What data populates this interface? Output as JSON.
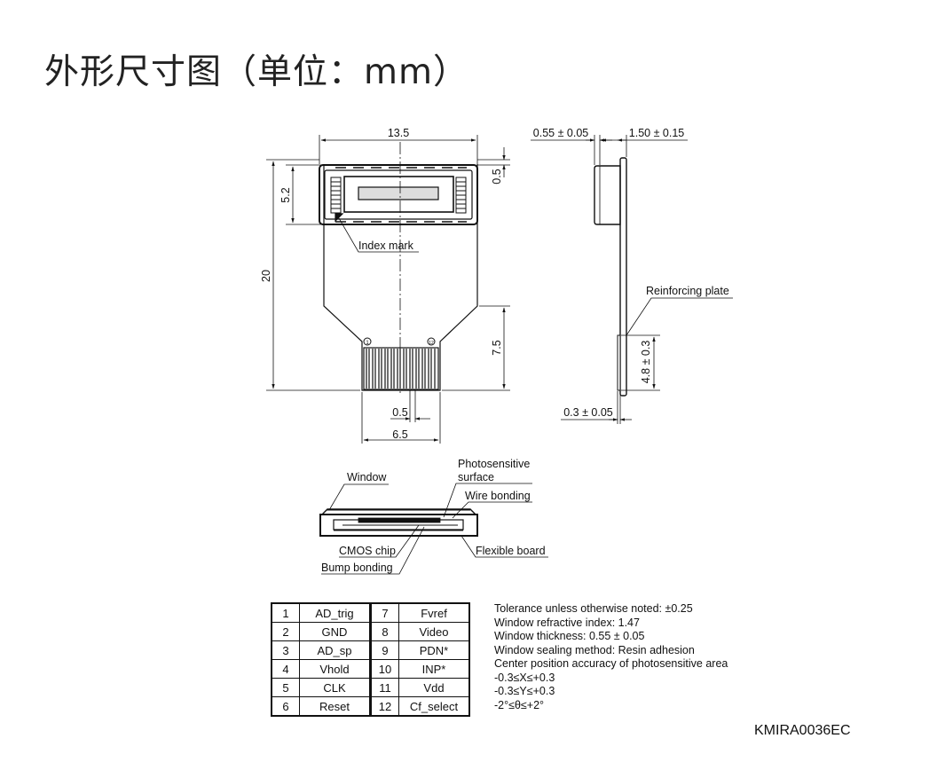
{
  "title": "外形尺寸图（单位：mm）",
  "dimensions": {
    "width_total": "13.5",
    "height_window": "5.2",
    "top_margin": "0.5",
    "height_total": "20",
    "connector_height": "7.5",
    "pin_pitch": "0.5",
    "connector_width": "6.5",
    "window_thickness": "0.55 ± 0.05",
    "package_thickness": "1.50 ± 0.15",
    "plate_height": "4.8 ± 0.3",
    "plate_thickness": "0.3 ± 0.05"
  },
  "labels": {
    "index_mark": "Index mark",
    "reinforcing_plate": "Reinforcing plate",
    "pin1": "1",
    "pin12": "12",
    "window": "Window",
    "photosensitive_line1": "Photosensitive",
    "photosensitive_line2": "surface",
    "wire_bonding": "Wire bonding",
    "cmos_chip": "CMOS chip",
    "bump_bonding": "Bump bonding",
    "flexible_board": "Flexible board"
  },
  "pins": [
    {
      "left_no": "1",
      "left_name": "AD_trig",
      "right_no": "7",
      "right_name": "Fvref"
    },
    {
      "left_no": "2",
      "left_name": "GND",
      "right_no": "8",
      "right_name": "Video"
    },
    {
      "left_no": "3",
      "left_name": "AD_sp",
      "right_no": "9",
      "right_name": "PDN*"
    },
    {
      "left_no": "4",
      "left_name": "Vhold",
      "right_no": "10",
      "right_name": "INP*"
    },
    {
      "left_no": "5",
      "left_name": "CLK",
      "right_no": "11",
      "right_name": "Vdd"
    },
    {
      "left_no": "6",
      "left_name": "Reset",
      "right_no": "12",
      "right_name": "Cf_select"
    }
  ],
  "notes": [
    "Tolerance unless otherwise noted: ±0.25",
    "Window refractive index: 1.47",
    "Window thickness: 0.55 ± 0.05",
    "Window sealing method: Resin adhesion",
    "Center position accuracy of photosensitive area",
    "-0.3≤X≤+0.3",
    "-0.3≤Y≤+0.3",
    "-2°≤θ≤+2°"
  ],
  "drawing_code": "KMIRA0036EC"
}
